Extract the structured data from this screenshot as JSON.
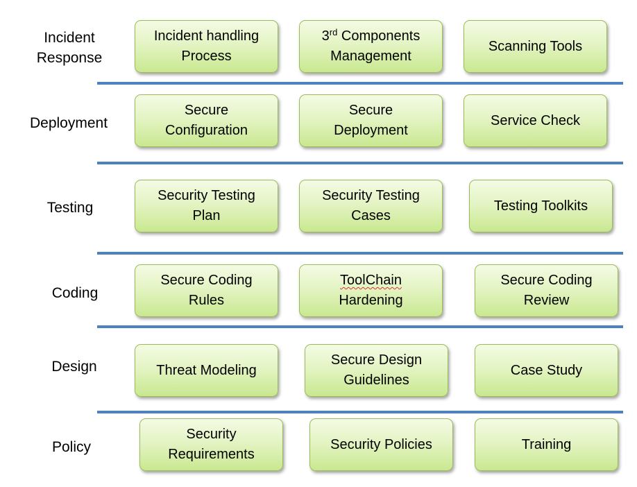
{
  "rows": [
    {
      "label": "Incident\nResponse",
      "boxes": [
        "Incident handling\nProcess",
        "3rd Components\nManagement",
        "Scanning Tools"
      ]
    },
    {
      "label": "Deployment",
      "boxes": [
        "Secure\nConfiguration",
        "Secure\nDeployment",
        "Service Check"
      ]
    },
    {
      "label": "Testing",
      "boxes": [
        "Security Testing\nPlan",
        "Security Testing\nCases",
        "Testing Toolkits"
      ]
    },
    {
      "label": "Coding",
      "boxes": [
        "Secure Coding\nRules",
        "ToolChain\nHardening",
        "Secure Coding\nReview"
      ]
    },
    {
      "label": "Design",
      "boxes": [
        "Threat Modeling",
        "Secure Design\nGuidelines",
        "Case Study"
      ]
    },
    {
      "label": "Policy",
      "boxes": [
        "Security\nRequirements",
        "Security Policies",
        "Training"
      ]
    }
  ],
  "colors": {
    "divider": "#4f81bd",
    "box_border": "#9bbb59",
    "box_fill_top": "#f4fbe4",
    "box_fill_bottom": "#c9e890"
  }
}
